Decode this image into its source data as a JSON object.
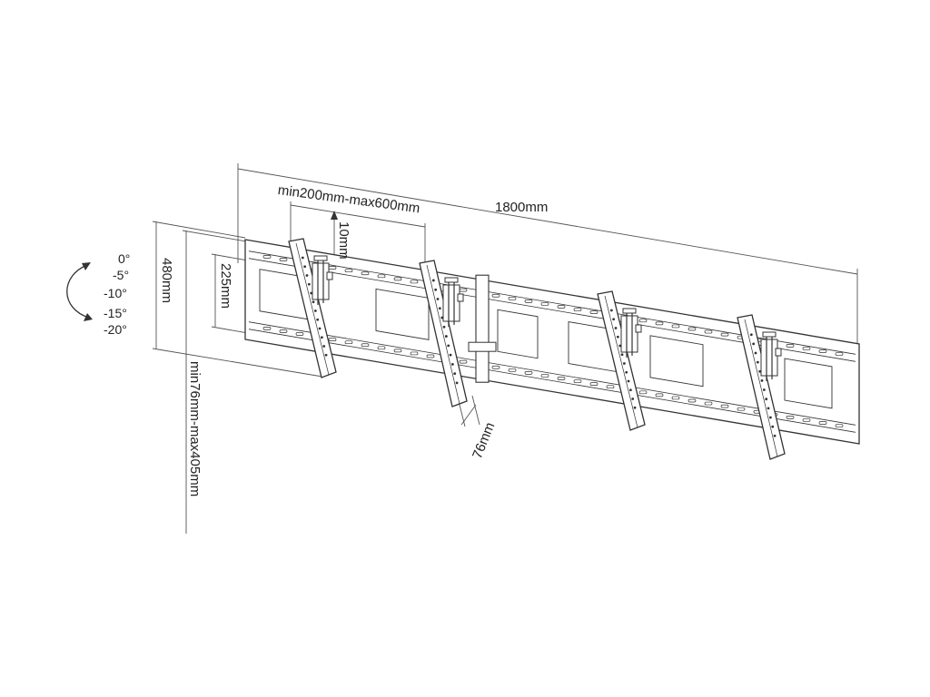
{
  "dimensions": {
    "total_width": "1800mm",
    "arm_spacing": "min200mm-max600mm",
    "vertical_offset": "10mm",
    "plate_height": "480mm",
    "inner_height": "225mm",
    "vertical_range": "min76mm-max405mm",
    "depth": "76mm"
  },
  "tilt": {
    "angles": [
      "0°",
      "-5°",
      "-10°",
      "-15°",
      "-20°"
    ]
  },
  "colors": {
    "line": "#333333",
    "fill": "#ffffff",
    "text": "#222222"
  }
}
